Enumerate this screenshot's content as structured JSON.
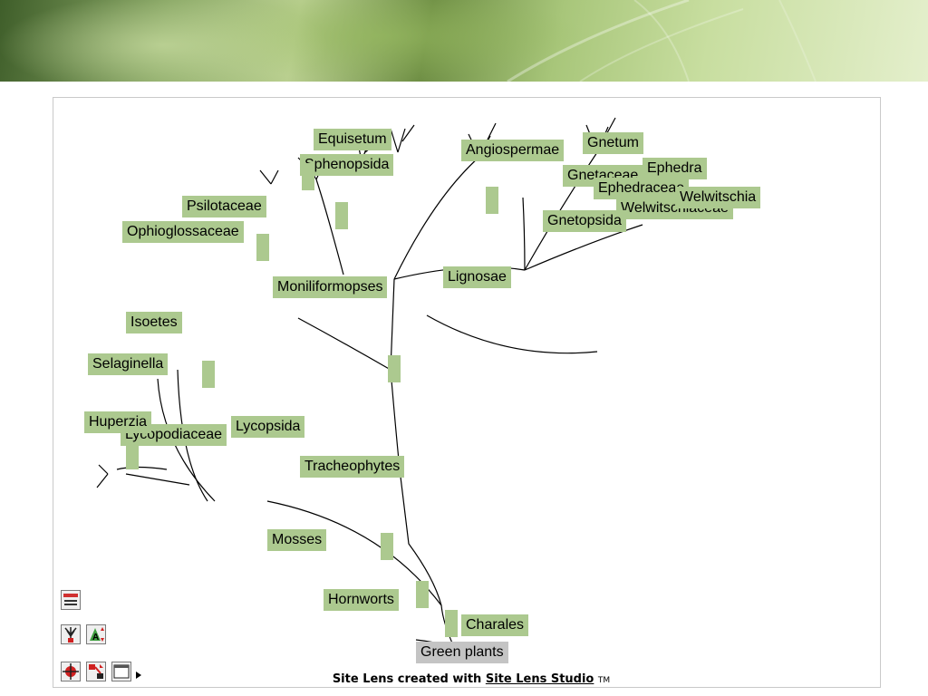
{
  "banner": {
    "image": "green-leaf-banner"
  },
  "tree": {
    "nodes": [
      {
        "id": "equisetum",
        "label": "Equisetum"
      },
      {
        "id": "sphenopsida",
        "label": "Sphenopsida"
      },
      {
        "id": "psilotaceae",
        "label": "Psilotaceae"
      },
      {
        "id": "ophioglossaceae",
        "label": "Ophioglossaceae"
      },
      {
        "id": "moniliformopses",
        "label": "Moniliformopses"
      },
      {
        "id": "angiospermae",
        "label": "Angiospermae"
      },
      {
        "id": "gnetum",
        "label": "Gnetum"
      },
      {
        "id": "gnetaceae",
        "label": "Gnetaceae"
      },
      {
        "id": "ephedra",
        "label": "Ephedra"
      },
      {
        "id": "ephedraceae",
        "label": "Ephedraceae"
      },
      {
        "id": "welwitschiaceae",
        "label": "Welwitschiaceae"
      },
      {
        "id": "welwitschia",
        "label": "Welwitschia"
      },
      {
        "id": "gnetopsida",
        "label": "Gnetopsida"
      },
      {
        "id": "lignosae",
        "label": "Lignosae"
      },
      {
        "id": "isoetes",
        "label": "Isoetes"
      },
      {
        "id": "selaginella",
        "label": "Selaginella"
      },
      {
        "id": "lycopsida",
        "label": "Lycopsida"
      },
      {
        "id": "lycopodiaceae",
        "label": "Lycopodiaceae"
      },
      {
        "id": "huperzia",
        "label": "Huperzia"
      },
      {
        "id": "tracheophytes",
        "label": "Tracheophytes"
      },
      {
        "id": "mosses",
        "label": "Mosses"
      },
      {
        "id": "hornworts",
        "label": "Hornworts"
      },
      {
        "id": "charales",
        "label": "Charales"
      },
      {
        "id": "green_plants",
        "label": "Green plants"
      }
    ]
  },
  "toolbar": {
    "buttons": [
      {
        "id": "legend",
        "icon": "legend-icon"
      },
      {
        "id": "tree_view",
        "icon": "tree-view-icon"
      },
      {
        "id": "text_size",
        "icon": "text-size-icon"
      },
      {
        "id": "center",
        "icon": "target-icon"
      },
      {
        "id": "layout",
        "icon": "layout-icon"
      },
      {
        "id": "window",
        "icon": "window-icon"
      }
    ],
    "more_icon": "more-arrow-icon"
  },
  "footer": {
    "prefix": "Site Lens created with ",
    "link": "Site Lens Studio",
    "tm": "TM"
  },
  "colors": {
    "node_bg": "#acc98f",
    "root_bg": "#c4c4c4",
    "branch": "#000000"
  }
}
